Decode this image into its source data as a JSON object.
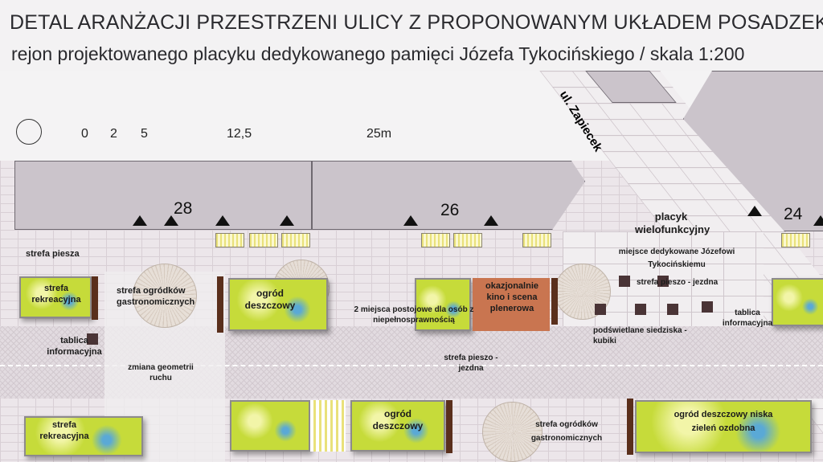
{
  "header": {
    "title": "DETAL ARANŻACJI PRZESTRZENI ULICY Z PROPONOWANYM UKŁADEM POSADZEK",
    "subtitle": "rejon projektowanego placyku dedykowanego pamięci Józefa Tykocińskiego / skala 1:200"
  },
  "scale_bar": {
    "ticks": [
      "0",
      "2",
      "5",
      "12,5",
      "25m"
    ]
  },
  "street_name": "ul. Zapiecek",
  "buildings": [
    "28",
    "26",
    "24"
  ],
  "labels": {
    "strefa_piesza": "strefa piesza",
    "rekreacyjna_top": "strefa rekreacyjna",
    "ogrodki_left": "strefa ogródków gastronomicznych",
    "ogrod_top": "ogród deszczowy",
    "miejsca": "2 miejsca postojowe dla osób z niepełnosprawnością",
    "kino": "okazjonalnie kino i scena plenerowa",
    "placyk": "placyk wielofunkcyjny",
    "dedykowane": "miejsce dedykowane Józefowi Tykocińskiemu",
    "pieszo_jezdna_plac": "strefa pieszo - jezdna",
    "tablica_left": "tablica informacyjna",
    "tablica_right": "tablica informacyjna",
    "siedziska": "podświetlane siedziska - kubiki",
    "zmiana": "zmiana geometrii ruchu",
    "pieszo_jezdna_road": "strefa pieszo - jezdna",
    "rekreacyjna_bottom": "strefa rekreacyjna",
    "ogrod_bottom": "ogród deszczowy",
    "ogrodki_bottom": "strefa ogródków gastronomicznych",
    "ogrod_ozdobna": "ogród deszczowy niska zieleń ozdobna"
  }
}
